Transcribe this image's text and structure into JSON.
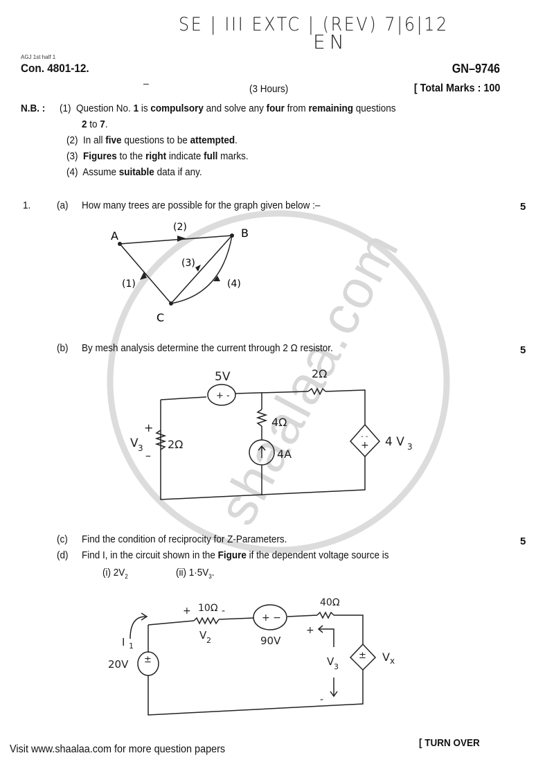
{
  "header": {
    "handwritten_title": "SE | III EXTC | (REV) 7|6|12",
    "handwritten_subject": "EN",
    "small_code": "AGJ 1st half 1",
    "con_number": "Con. 4801-12.",
    "paper_code": "GN–9746",
    "dash_mark": "–",
    "duration": "(3 Hours)",
    "total_marks": "[ Total Marks : 100"
  },
  "instructions": {
    "label": "N.B. :",
    "items": [
      {
        "num": "(1)",
        "parts": [
          "Question No. ",
          "1",
          " is ",
          "compulsory",
          " and solve any ",
          "four",
          " from ",
          "remaining",
          " questions"
        ],
        "line2_parts": [
          "2",
          " to ",
          "7",
          "."
        ]
      },
      {
        "num": "(2)",
        "parts": [
          "In all ",
          "five",
          " questions to be ",
          "attempted",
          "."
        ]
      },
      {
        "num": "(3)",
        "parts": [
          "Figures",
          " to the ",
          "right",
          " indicate ",
          "full",
          " marks."
        ]
      },
      {
        "num": "(4)",
        "parts": [
          "Assume ",
          "suitable",
          " data if any."
        ]
      }
    ]
  },
  "questions": {
    "q1": {
      "number": "1.",
      "a": {
        "label": "(a)",
        "text": "How many trees are possible for the graph given below :–",
        "marks": "5",
        "figure": {
          "nodes": [
            "A",
            "B",
            "C"
          ],
          "edges": [
            "(1)",
            "(2)",
            "(3)",
            "(4)"
          ]
        }
      },
      "b": {
        "label": "(b)",
        "text": "By mesh analysis determine the current through 2 Ω resistor.",
        "marks": "5",
        "figure": {
          "v_source": "5V",
          "r_top": "2Ω",
          "r_mid": "4Ω",
          "r_left": "2Ω",
          "i_source": "4A",
          "dep_source": "4 V",
          "dep_sub": "3",
          "v_label": "V",
          "v_sub": "3",
          "plus": "+",
          "minus": "–"
        }
      },
      "c": {
        "label": "(c)",
        "text": "Find the condition of reciprocity for Z-Parameters.",
        "marks": "5"
      },
      "d": {
        "label": "(d)",
        "text_before": "Find I, in the circuit shown in the ",
        "text_bold": "Figure",
        "text_after": " if the dependent voltage source is",
        "options": [
          {
            "prefix": "(i) 2V",
            "sub": "2",
            "suffix": ""
          },
          {
            "prefix": "(ii) 1·5V",
            "sub": "3",
            "suffix": "."
          }
        ],
        "figure": {
          "i_label": "I",
          "i_sub": "1",
          "v_source": "20V",
          "r1": "10Ω",
          "v2": "V",
          "v2_sub": "2",
          "v_mid": "90V",
          "r2": "40Ω",
          "v3": "V",
          "v3_sub": "3",
          "vx": "V",
          "vx_sub": "x"
        }
      }
    }
  },
  "footer": {
    "visit_text": "Visit www.shaalaa.com for more question papers",
    "turn_over": "[ TURN OVER"
  },
  "watermark": {
    "text": "shaalaa.com",
    "color": "#d8d8d8"
  }
}
